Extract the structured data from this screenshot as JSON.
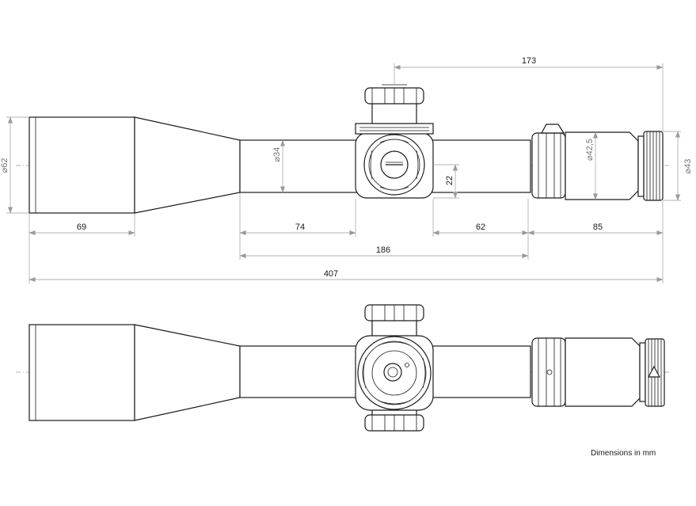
{
  "dimensions": {
    "eyepiece_to_turret": "173",
    "objective_diameter": "⌀62",
    "tube_diameter": "⌀34",
    "ocular_diameter": "⌀42,5",
    "eyepiece_diameter": "⌀43",
    "turret_offset": "22",
    "objective_length": "69",
    "front_tube_length": "74",
    "rear_tube_length": "62",
    "ocular_length": "85",
    "tube_length": "186",
    "overall_length": "407"
  },
  "note": "Dimensions in mm"
}
